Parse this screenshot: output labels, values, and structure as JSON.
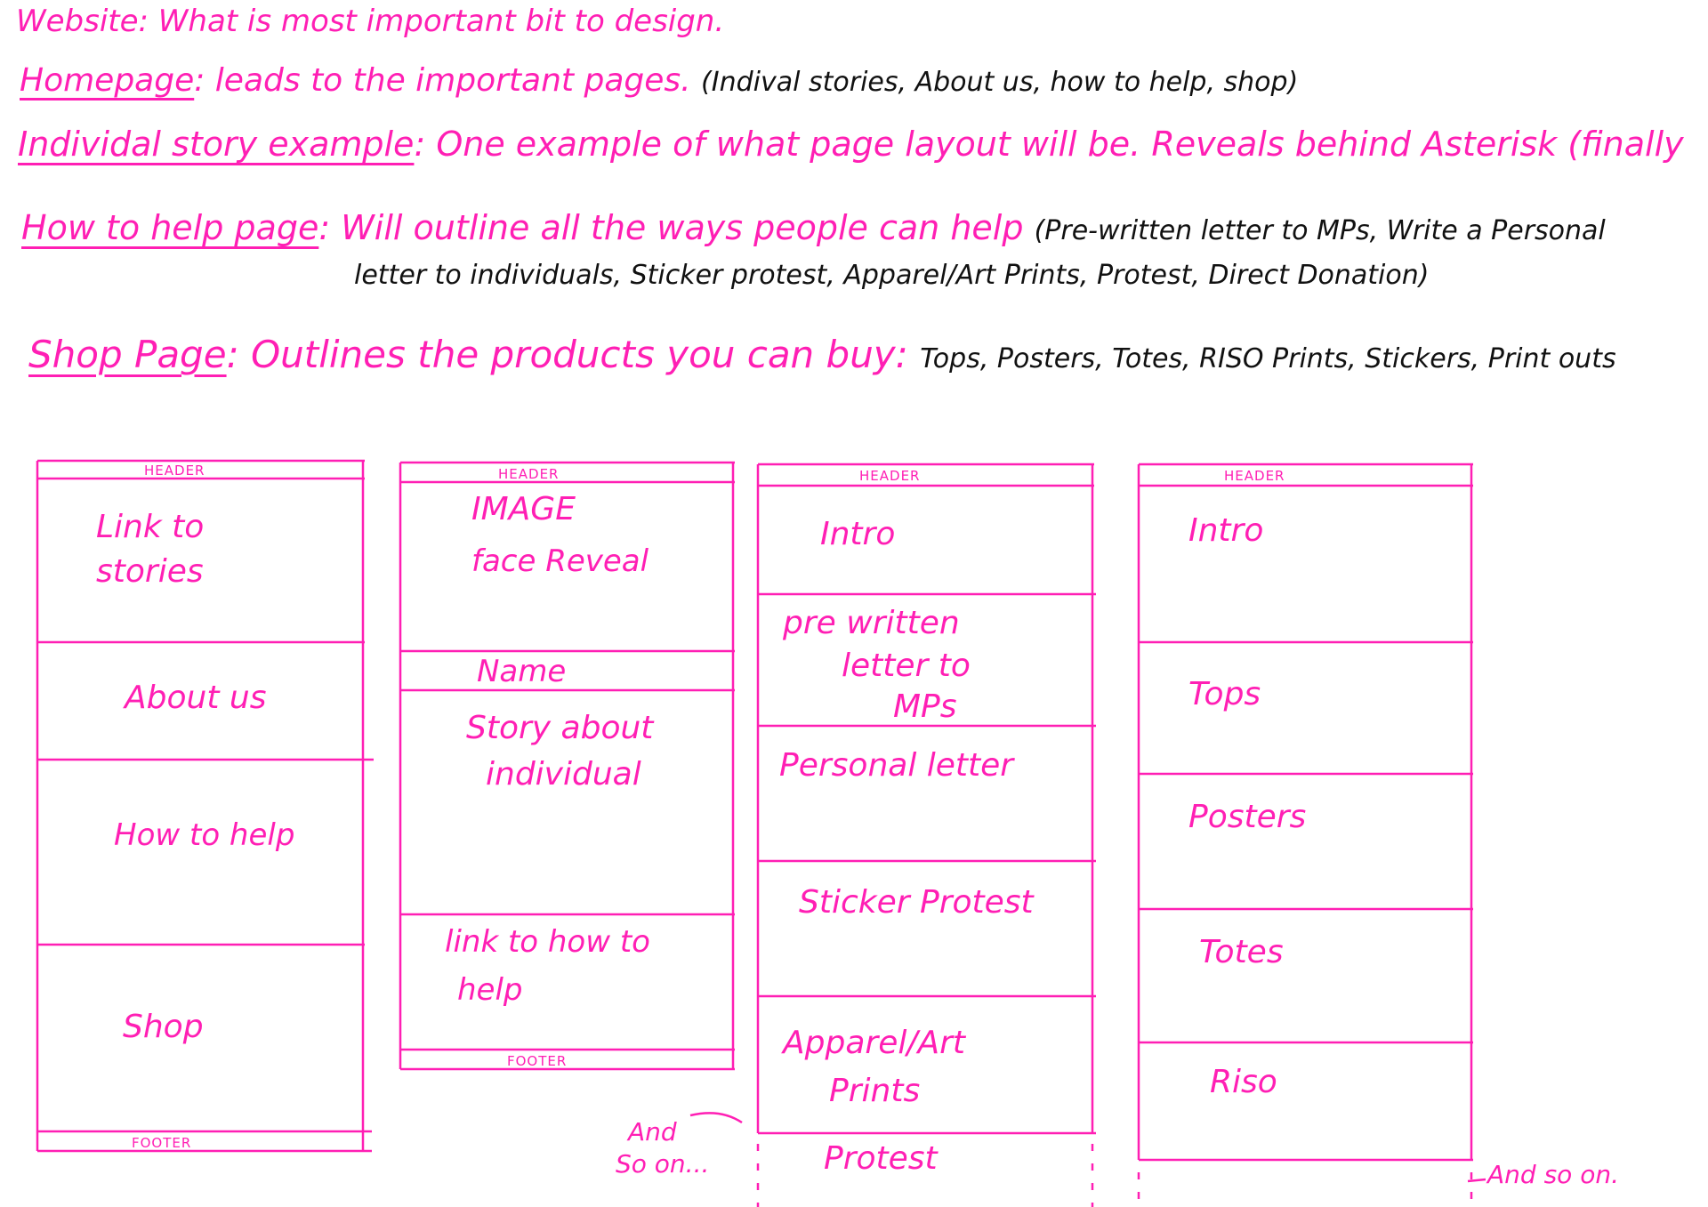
{
  "notes": {
    "website": {
      "label": "Website",
      "text": ": What is most important bit to design."
    },
    "homepage": {
      "label": "Homepage",
      "text": ": leads to the important pages.",
      "detail": "(Indival stories, About us, how to help, shop)"
    },
    "individual_story": {
      "label": "Individal story example",
      "text": ": One example of what page layout will be. Reveals behind Asterisk (finally"
    },
    "how_to_help": {
      "label": "How to help page",
      "text": ": Will outline all the ways people can help",
      "detail_1": "(Pre-written letter to MPs, Write a Personal",
      "detail_2": "letter to individuals, Sticker protest, Apparel/Art Prints, Protest, Direct Donation)"
    },
    "shop": {
      "label": "Shop Page",
      "text": ": Outlines the products you can buy:",
      "detail": "Tops, Posters, Totes, RISO Prints, Stickers, Print outs"
    }
  },
  "wireframes": {
    "homepage": {
      "header": "HEADER",
      "footer": "FOOTER",
      "sections": [
        "Link to",
        "stories",
        "About us",
        "How to help",
        "Shop"
      ]
    },
    "story": {
      "header": "HEADER",
      "footer": "FOOTER",
      "sections": [
        "IMAGE",
        "face Reveal",
        "Name",
        "Story about",
        "individual",
        "link to how to",
        "help"
      ]
    },
    "help": {
      "header": "HEADER",
      "sections": [
        "Intro",
        "pre written",
        "letter to",
        "MPs",
        "Personal letter",
        "Sticker Protest",
        "Apparel/Art",
        "Prints",
        "Protest"
      ],
      "aside_1": "And",
      "aside_2": "So on..."
    },
    "shop": {
      "header": "HEADER",
      "sections": [
        "Intro",
        "Tops",
        "Posters",
        "Totes",
        "Riso"
      ],
      "aside": "And so on."
    }
  },
  "colors": {
    "ink_pink": "#ff1fb4",
    "ink_black": "#111111",
    "paper": "#ffffff"
  }
}
